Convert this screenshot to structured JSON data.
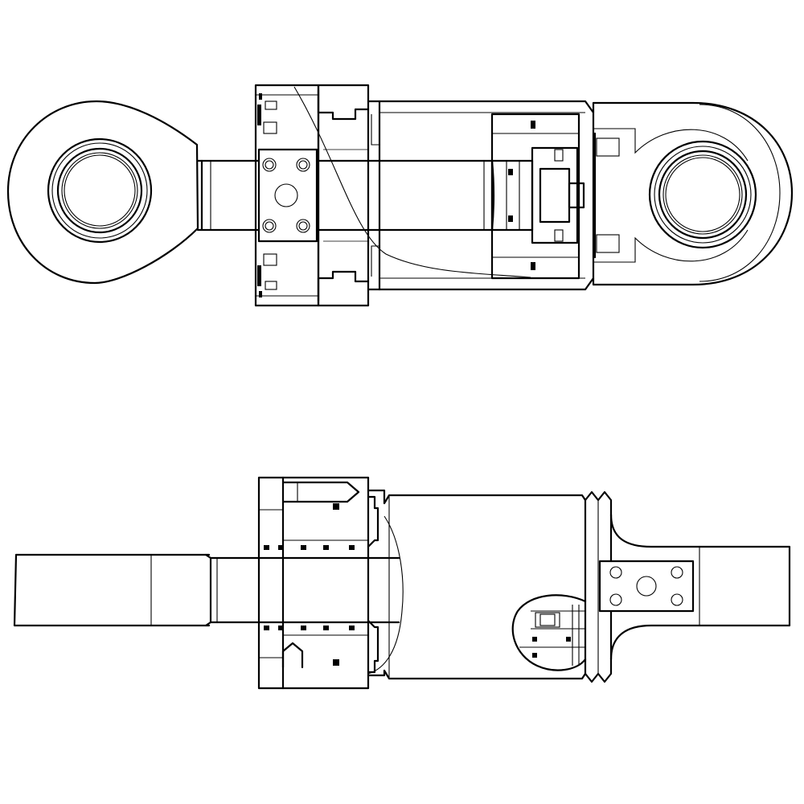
{
  "drawing": {
    "kind": "technical-line-drawing",
    "subject": "hydraulic-cylinder",
    "line_color": "#000000",
    "background": "#ffffff",
    "views": [
      {
        "name": "top-view-rod-eye-to-clevis-eye",
        "features": [
          "rod-eye",
          "piston-rod",
          "cylinder-head",
          "port-block",
          "barrel",
          "piston",
          "clevis-eye",
          "sectioned-cutaway"
        ]
      },
      {
        "name": "bottom-view-rod-to-flange-mount",
        "features": [
          "piston-rod",
          "cylinder-head",
          "barrel",
          "detail-circle",
          "mounting-flange",
          "port-pad"
        ]
      }
    ]
  }
}
